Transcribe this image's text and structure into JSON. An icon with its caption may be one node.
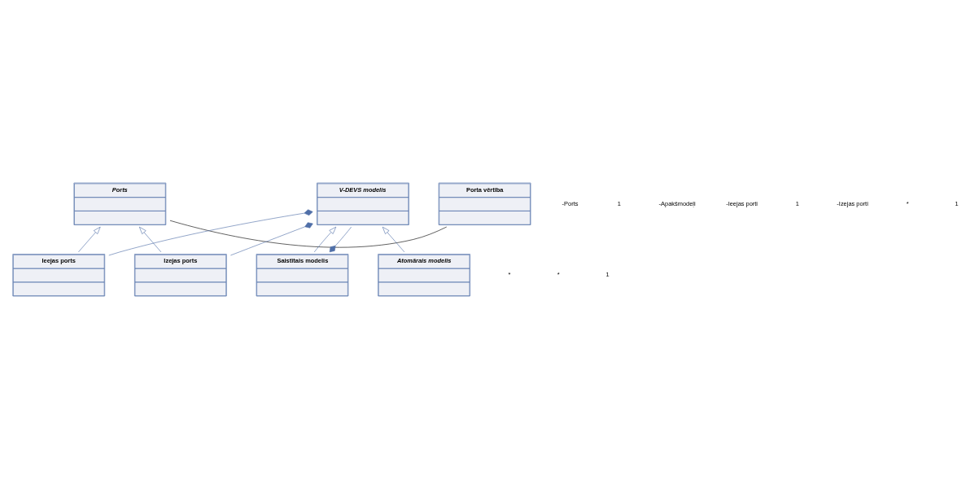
{
  "diagram": {
    "nodes": [
      {
        "text": [
          "Ports"
        ]
      },
      {
        "text": [
          "Porta vērtība"
        ]
      },
      {
        "text": [
          "Ieejas ports"
        ]
      },
      {
        "text": [
          "Izejas ports"
        ]
      },
      {
        "text": [
          "V-DEVS modelis"
        ]
      },
      {
        "text": [
          "Saistītais modelis"
        ]
      },
      {
        "text": [
          "Atomārais modelis"
        ]
      }
    ],
    "edges": [
      {
        "from": 0,
        "to": 1,
        "arrow": "none",
        "color": "#000000"
      },
      {
        "from": 2,
        "to": 0,
        "arrow": "to"
      },
      {
        "from": 3,
        "to": 0,
        "arrow": "to"
      },
      {
        "from": 2,
        "to": 4,
        "arrow": "other"
      },
      {
        "from": 3,
        "to": 4,
        "arrow": "other"
      },
      {
        "from": 5,
        "to": 4,
        "arrow": "to"
      },
      {
        "from": 6,
        "to": 4,
        "arrow": "to"
      },
      {
        "from": 4,
        "to": 5,
        "arrow": "other"
      }
    ],
    "labels": [
      "-Ports",
      "1",
      "-Apakšmodeļi",
      "-Ieejas porti",
      "*",
      "1",
      "-Izejas porti",
      "*",
      "*",
      "1",
      "1"
    ]
  }
}
